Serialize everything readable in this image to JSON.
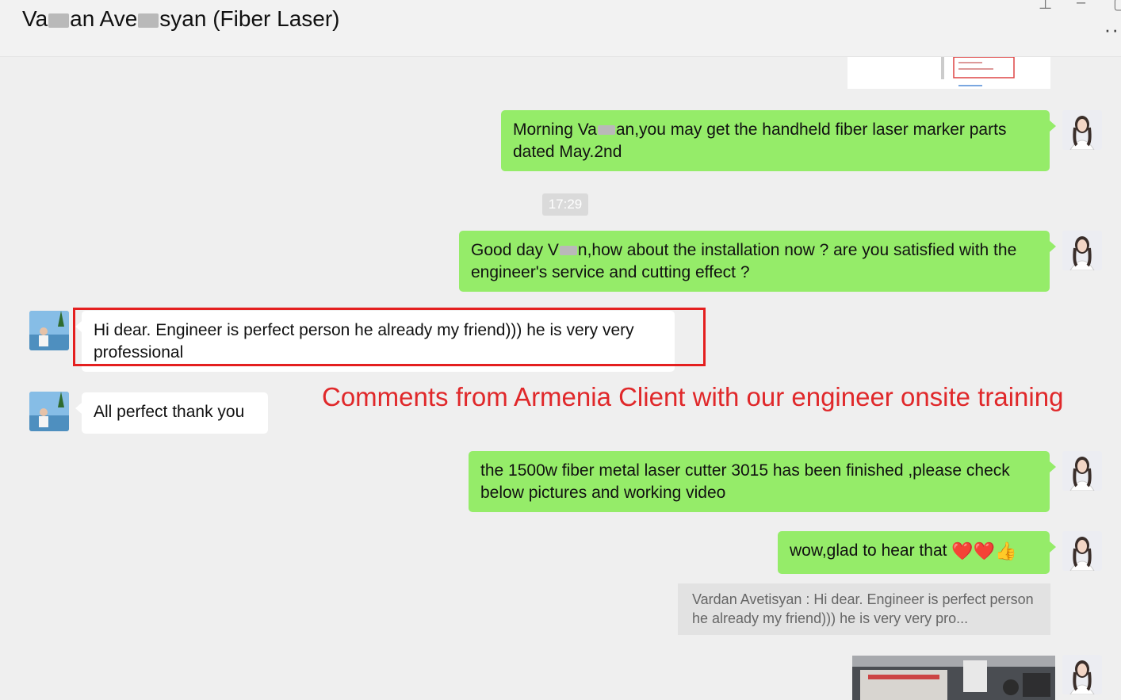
{
  "header": {
    "title_part1": "Va",
    "title_part2": "an Ave",
    "title_part3": "syan (Fiber Laser)",
    "more_label": "··"
  },
  "timestamp": "17:29",
  "messages": [
    {
      "sender": "self",
      "text": "Morning Va▓▓an,you may get the handheld fiber laser marker parts dated May.2nd"
    },
    {
      "sender": "self",
      "text": "Good day V▓▓▓n,how about the installation now ? are you satisfied with the engineer's service and cutting effect ?"
    },
    {
      "sender": "client",
      "text": "Hi dear. Engineer is perfect person he already my friend))) he is very very professional"
    },
    {
      "sender": "client",
      "text": "All perfect thank you"
    },
    {
      "sender": "self",
      "text": "the 1500w fiber metal laser cutter 3015 has been finished ,please check below pictures and working video"
    },
    {
      "sender": "self",
      "text": "wow,glad to hear that",
      "emoji": "❤️❤️👍"
    }
  ],
  "msg1_a": "Morning Va",
  "msg1_b": "an,you may get the handheld fiber laser marker parts dated May.2nd",
  "msg2_a": "Good day V",
  "msg2_b": "n,how about the installation now ? are you satisfied with the engineer's service and cutting effect ?",
  "quote": {
    "text": "Vardan Avetisyan  : Hi dear. Engineer is perfect person he already my friend))) he is very very pro..."
  },
  "annotation": "Comments from Armenia Client with our engineer onsite training",
  "colors": {
    "outgoing_bubble": "#95ec69",
    "incoming_bubble": "#ffffff",
    "highlight": "#e41f1f",
    "annotation": "#e0282a"
  }
}
